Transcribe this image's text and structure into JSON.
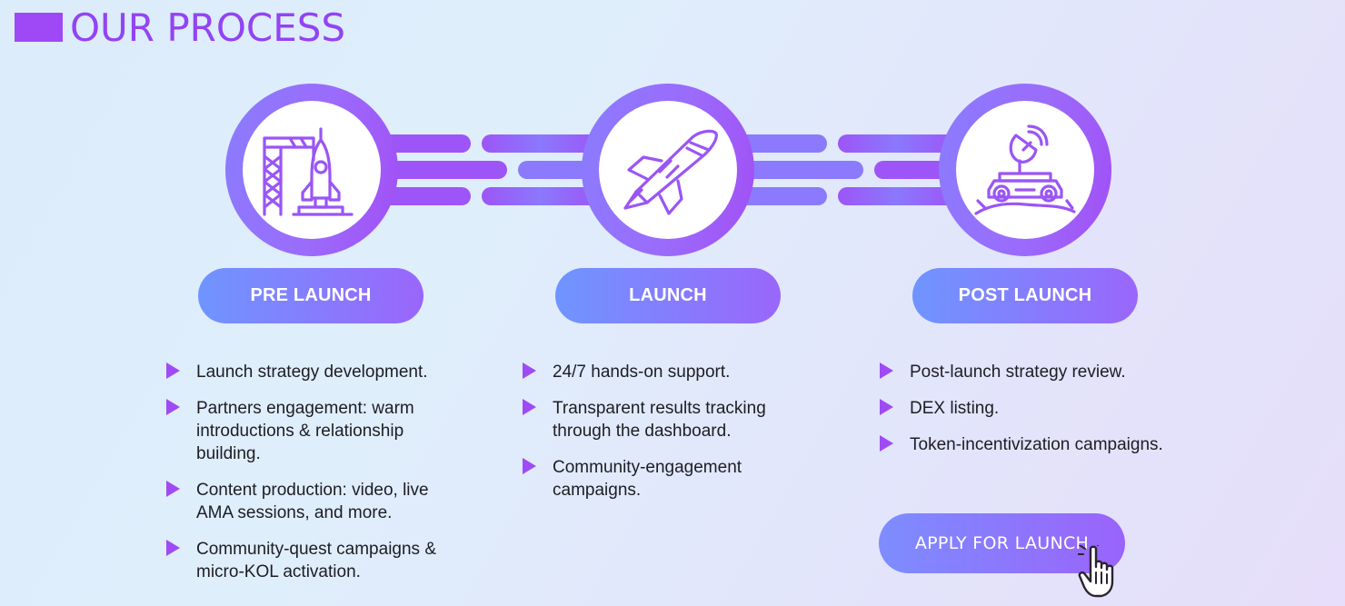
{
  "header": {
    "title": "OUR PROCESS"
  },
  "stages": [
    {
      "label": "PRE LAUNCH",
      "icon": "rocket-launchpad-icon",
      "items": [
        "Launch strategy development.",
        "Partners engagement: warm introductions & relationship building.",
        "Content production: video, live AMA sessions, and more.",
        "Community-quest campaigns & micro-KOL activation."
      ]
    },
    {
      "label": "LAUNCH",
      "icon": "space-shuttle-icon",
      "items": [
        "24/7 hands-on support.",
        "Transparent results tracking through the dashboard.",
        "Community-engagement campaigns."
      ]
    },
    {
      "label": "POST LAUNCH",
      "icon": "rover-satellite-icon",
      "items": [
        "Post-launch strategy review.",
        "DEX listing.",
        "Token-incentivization campaigns."
      ]
    }
  ],
  "cta": {
    "label": "APPLY FOR LAUNCH",
    "icon": "pointer-hand-icon"
  },
  "colors": {
    "accent": "#9f49f6",
    "pill_start": "#6f95ff",
    "pill_end": "#9a66fb",
    "text": "#1d1d24"
  }
}
